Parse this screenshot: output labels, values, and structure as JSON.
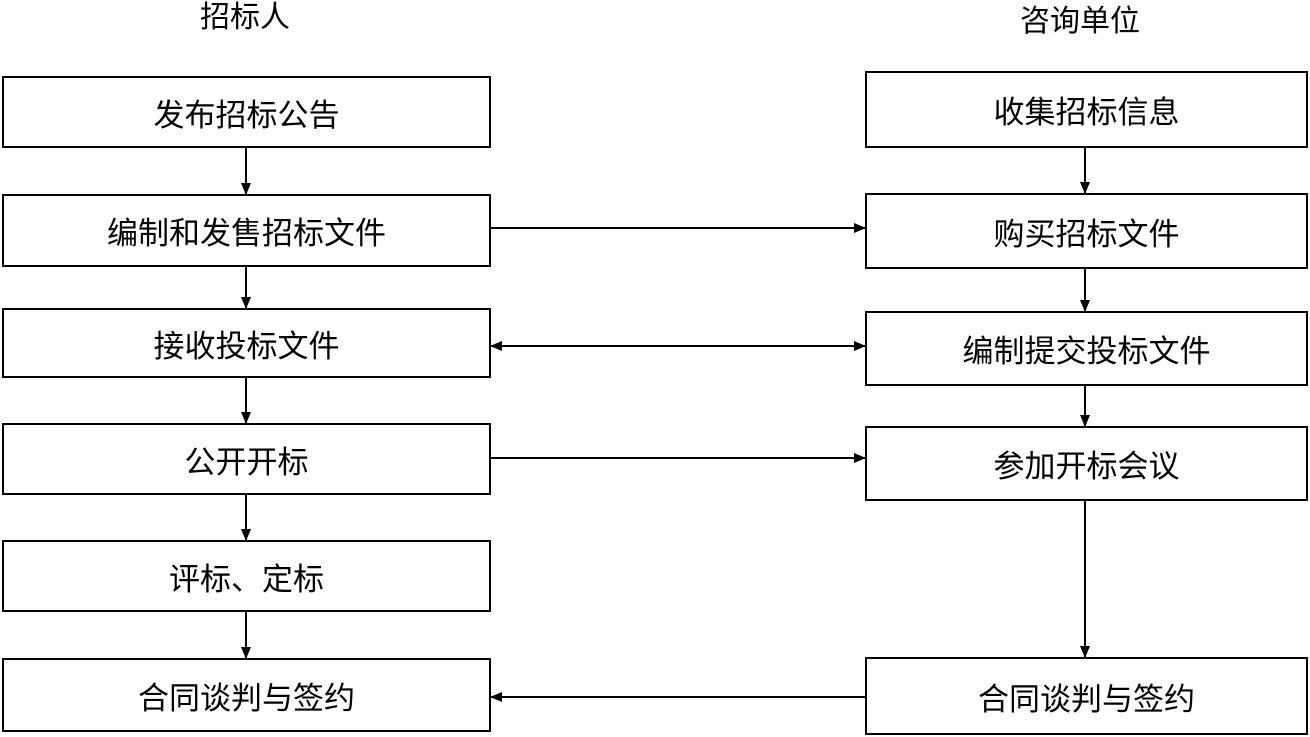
{
  "headers": {
    "left": "招标人",
    "right": "咨询单位"
  },
  "left_steps": [
    "发布招标公告",
    "编制和发售招标文件",
    "接收投标文件",
    "公开开标",
    "评标、定标",
    "合同谈判与签约"
  ],
  "right_steps": [
    "收集招标信息",
    "购买招标文件",
    "编制提交投标文件",
    "参加开标会议",
    "合同谈判与签约"
  ]
}
